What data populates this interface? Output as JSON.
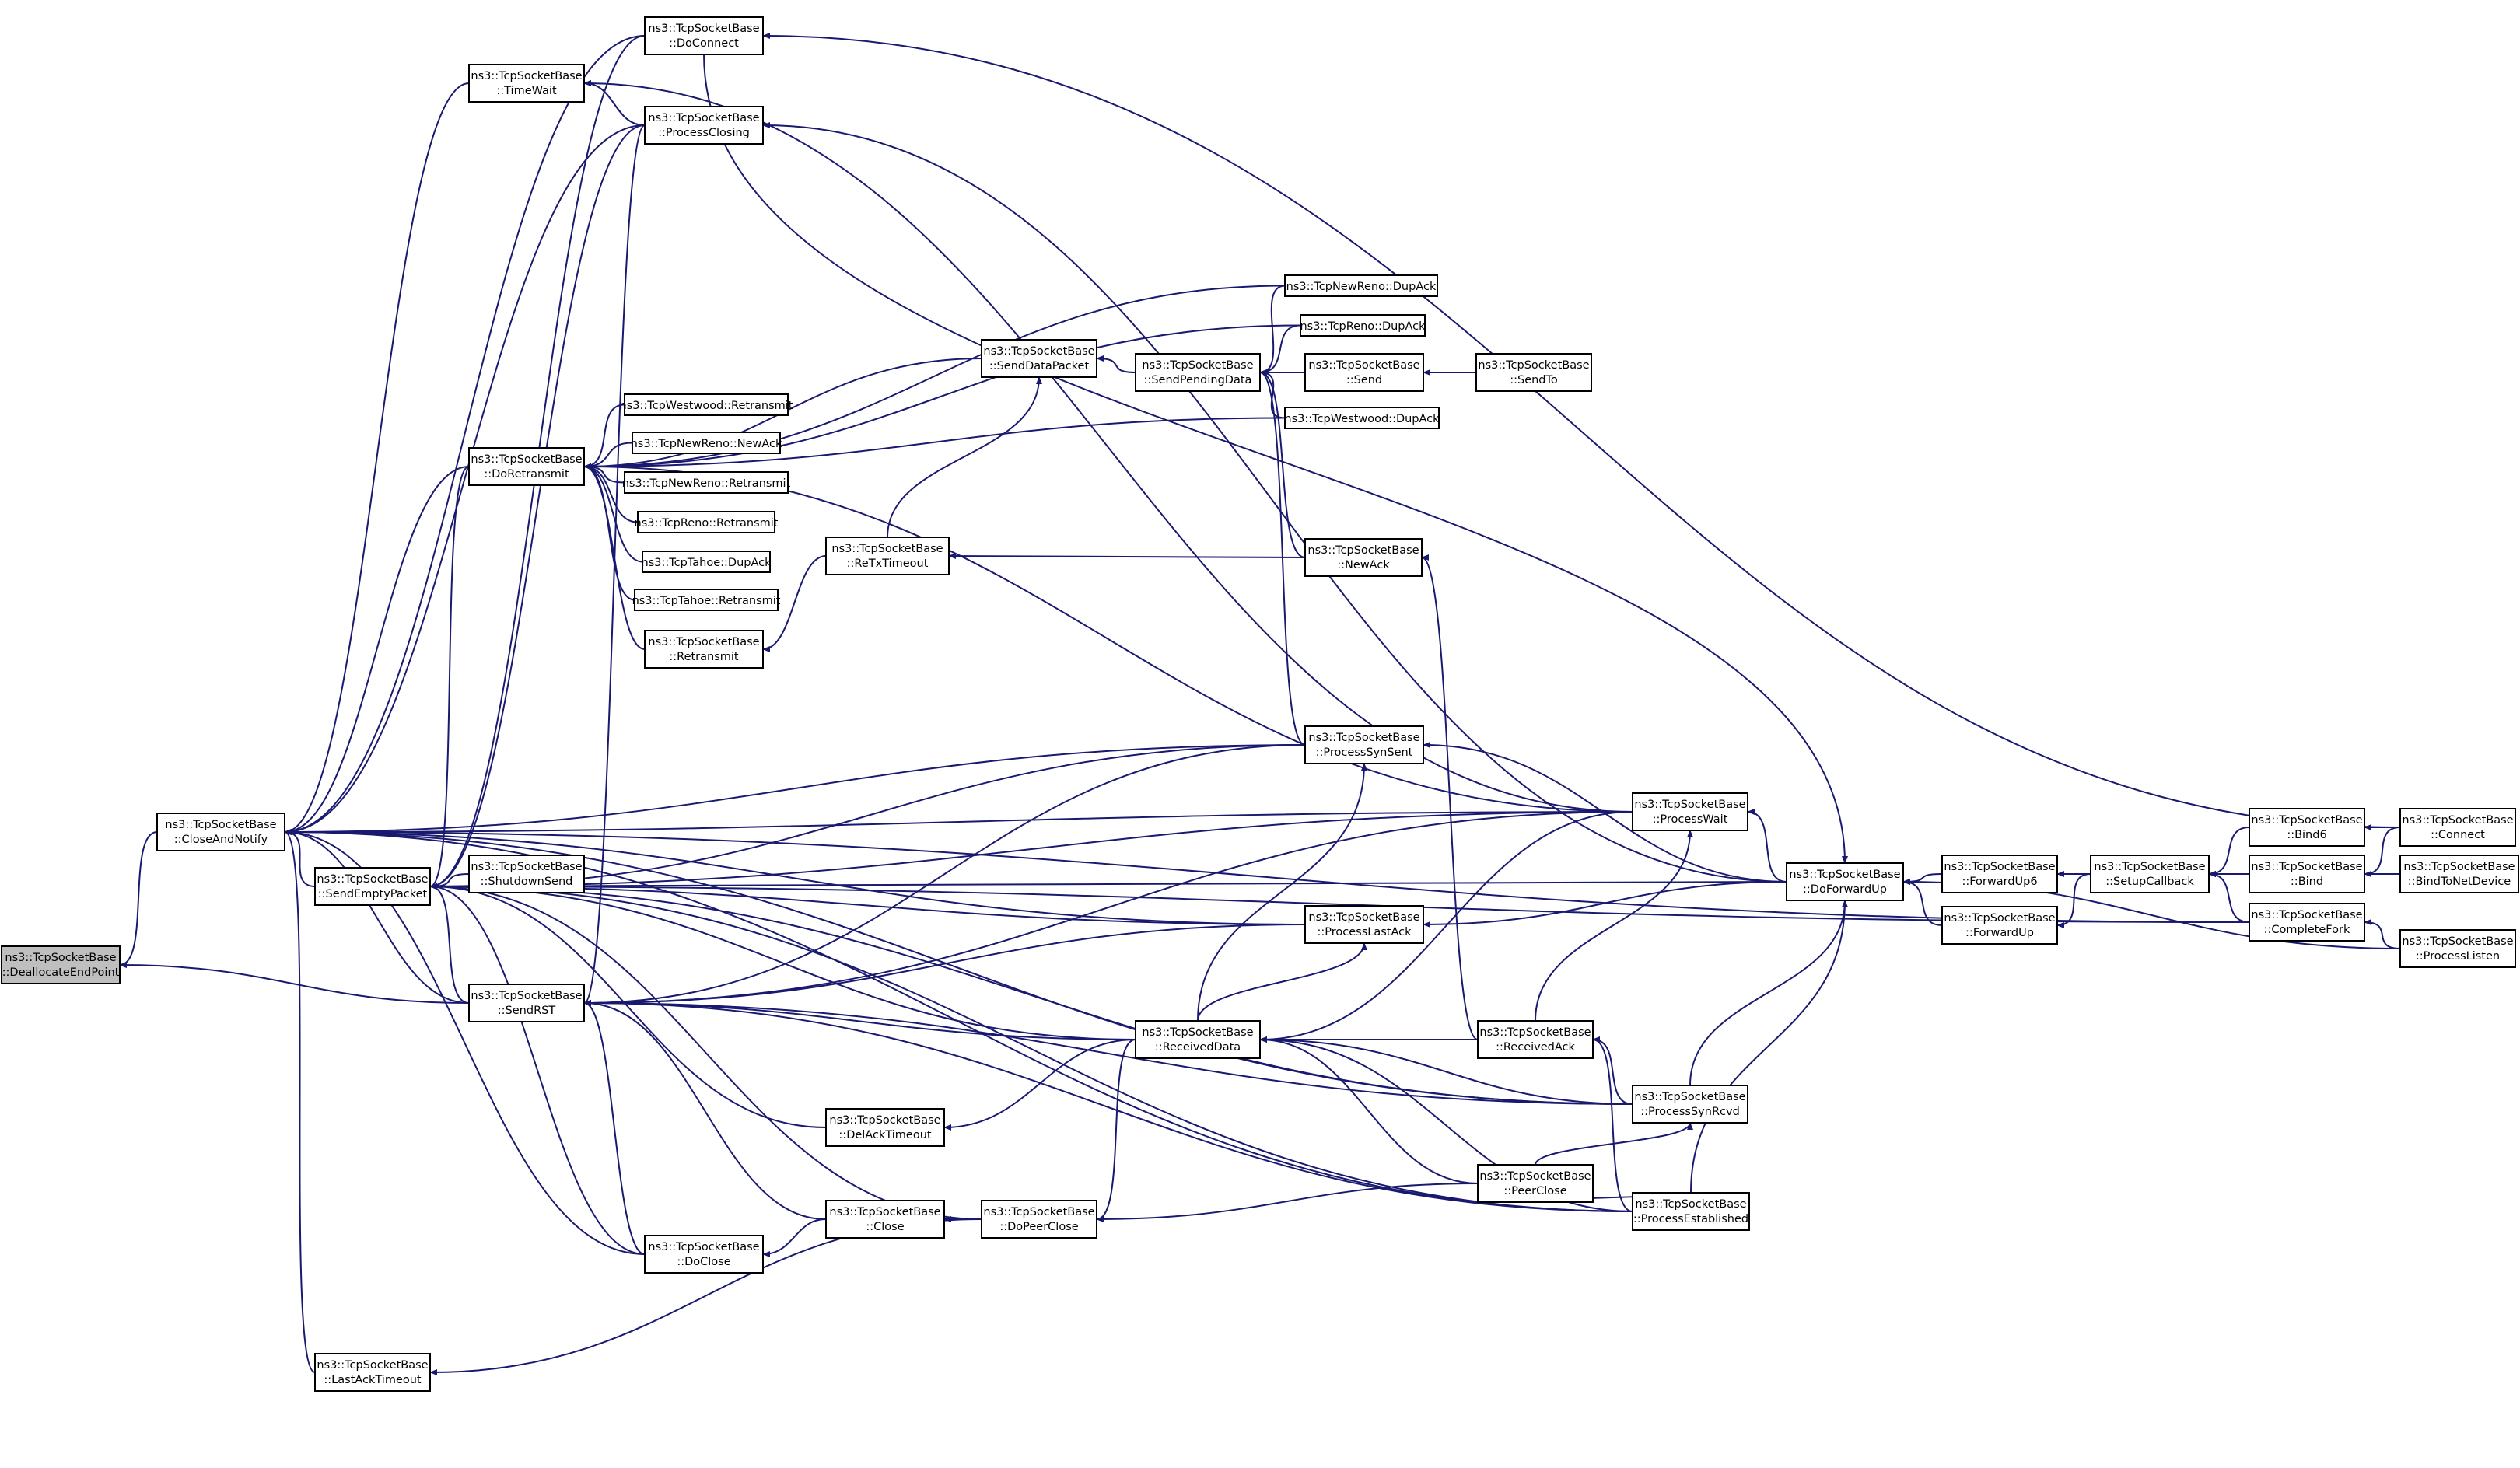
{
  "nodes": [
    {
      "id": "dealloc",
      "lines": [
        "ns3::TcpSocketBase",
        "::DeallocateEndPoint"
      ],
      "root": true
    },
    {
      "id": "closeAndNotify",
      "lines": [
        "ns3::TcpSocketBase",
        "::CloseAndNotify"
      ]
    },
    {
      "id": "sendEmptyPacket",
      "lines": [
        "ns3::TcpSocketBase",
        "::SendEmptyPacket"
      ]
    },
    {
      "id": "sendRST",
      "lines": [
        "ns3::TcpSocketBase",
        "::SendRST"
      ]
    },
    {
      "id": "lastAckTimeout",
      "lines": [
        "ns3::TcpSocketBase",
        "::LastAckTimeout"
      ]
    },
    {
      "id": "doConnect",
      "lines": [
        "ns3::TcpSocketBase",
        "::DoConnect"
      ]
    },
    {
      "id": "timeWait",
      "lines": [
        "ns3::TcpSocketBase",
        "::TimeWait"
      ]
    },
    {
      "id": "processClosing",
      "lines": [
        "ns3::TcpSocketBase",
        "::ProcessClosing"
      ]
    },
    {
      "id": "doRetransmit",
      "lines": [
        "ns3::TcpSocketBase",
        "::DoRetransmit"
      ]
    },
    {
      "id": "shutdownSend",
      "lines": [
        "ns3::TcpSocketBase",
        "::ShutdownSend"
      ]
    },
    {
      "id": "westwoodRetransmit",
      "lines": [
        "ns3::TcpWestwood::Retransmit"
      ]
    },
    {
      "id": "newRenoNewAck",
      "lines": [
        "ns3::TcpNewReno::NewAck"
      ]
    },
    {
      "id": "newRenoRetransmit",
      "lines": [
        "ns3::TcpNewReno::Retransmit"
      ]
    },
    {
      "id": "renoRetransmit",
      "lines": [
        "ns3::TcpReno::Retransmit"
      ]
    },
    {
      "id": "tahoeDupAck",
      "lines": [
        "ns3::TcpTahoe::DupAck"
      ]
    },
    {
      "id": "tahoeRetransmit",
      "lines": [
        "ns3::TcpTahoe::Retransmit"
      ]
    },
    {
      "id": "retransmit",
      "lines": [
        "ns3::TcpSocketBase",
        "::Retransmit"
      ]
    },
    {
      "id": "doClose",
      "lines": [
        "ns3::TcpSocketBase",
        "::DoClose"
      ]
    },
    {
      "id": "sendDataPacket",
      "lines": [
        "ns3::TcpSocketBase",
        "::SendDataPacket"
      ]
    },
    {
      "id": "reTxTimeout",
      "lines": [
        "ns3::TcpSocketBase",
        "::ReTxTimeout"
      ]
    },
    {
      "id": "delAckTimeout",
      "lines": [
        "ns3::TcpSocketBase",
        "::DelAckTimeout"
      ]
    },
    {
      "id": "close",
      "lines": [
        "ns3::TcpSocketBase",
        "::Close"
      ]
    },
    {
      "id": "doPeerClose",
      "lines": [
        "ns3::TcpSocketBase",
        "::DoPeerClose"
      ]
    },
    {
      "id": "sendPendingData",
      "lines": [
        "ns3::TcpSocketBase",
        "::SendPendingData"
      ]
    },
    {
      "id": "receivedData",
      "lines": [
        "ns3::TcpSocketBase",
        "::ReceivedData"
      ]
    },
    {
      "id": "newRenoDupAck",
      "lines": [
        "ns3::TcpNewReno::DupAck"
      ]
    },
    {
      "id": "renoDupAck",
      "lines": [
        "ns3::TcpReno::DupAck"
      ]
    },
    {
      "id": "send",
      "lines": [
        "ns3::TcpSocketBase",
        "::Send"
      ]
    },
    {
      "id": "westwoodDupAck",
      "lines": [
        "ns3::TcpWestwood::DupAck"
      ]
    },
    {
      "id": "newAck",
      "lines": [
        "ns3::TcpSocketBase",
        "::NewAck"
      ]
    },
    {
      "id": "processSynSent",
      "lines": [
        "ns3::TcpSocketBase",
        "::ProcessSynSent"
      ]
    },
    {
      "id": "processLastAck",
      "lines": [
        "ns3::TcpSocketBase",
        "::ProcessLastAck"
      ]
    },
    {
      "id": "sendTo",
      "lines": [
        "ns3::TcpSocketBase",
        "::SendTo"
      ]
    },
    {
      "id": "receivedAck",
      "lines": [
        "ns3::TcpSocketBase",
        "::ReceivedAck"
      ]
    },
    {
      "id": "peerClose",
      "lines": [
        "ns3::TcpSocketBase",
        "::PeerClose"
      ]
    },
    {
      "id": "processWait",
      "lines": [
        "ns3::TcpSocketBase",
        "::ProcessWait"
      ]
    },
    {
      "id": "processSynRcvd",
      "lines": [
        "ns3::TcpSocketBase",
        "::ProcessSynRcvd"
      ]
    },
    {
      "id": "processEstablished",
      "lines": [
        "ns3::TcpSocketBase",
        "::ProcessEstablished"
      ]
    },
    {
      "id": "doForwardUp",
      "lines": [
        "ns3::TcpSocketBase",
        "::DoForwardUp"
      ]
    },
    {
      "id": "forwardUp6",
      "lines": [
        "ns3::TcpSocketBase",
        "::ForwardUp6"
      ]
    },
    {
      "id": "forwardUp",
      "lines": [
        "ns3::TcpSocketBase",
        "::ForwardUp"
      ]
    },
    {
      "id": "setupCallback",
      "lines": [
        "ns3::TcpSocketBase",
        "::SetupCallback"
      ]
    },
    {
      "id": "bind6",
      "lines": [
        "ns3::TcpSocketBase",
        "::Bind6"
      ]
    },
    {
      "id": "bind",
      "lines": [
        "ns3::TcpSocketBase",
        "::Bind"
      ]
    },
    {
      "id": "completeFork",
      "lines": [
        "ns3::TcpSocketBase",
        "::CompleteFork"
      ]
    },
    {
      "id": "connect",
      "lines": [
        "ns3::TcpSocketBase",
        "::Connect"
      ]
    },
    {
      "id": "bindToNetDevice",
      "lines": [
        "ns3::TcpSocketBase",
        "::BindToNetDevice"
      ]
    },
    {
      "id": "processListen",
      "lines": [
        "ns3::TcpSocketBase",
        "::ProcessListen"
      ]
    }
  ],
  "edges": [
    [
      "closeAndNotify",
      "dealloc"
    ],
    [
      "sendRST",
      "dealloc"
    ],
    [
      "sendEmptyPacket",
      "closeAndNotify"
    ],
    [
      "sendRST",
      "closeAndNotify"
    ],
    [
      "lastAckTimeout",
      "closeAndNotify"
    ],
    [
      "doConnect",
      "closeAndNotify"
    ],
    [
      "timeWait",
      "closeAndNotify"
    ],
    [
      "processClosing",
      "closeAndNotify"
    ],
    [
      "doRetransmit",
      "closeAndNotify"
    ],
    [
      "doClose",
      "closeAndNotify"
    ],
    [
      "processSynSent",
      "closeAndNotify"
    ],
    [
      "processLastAck",
      "closeAndNotify"
    ],
    [
      "processWait",
      "closeAndNotify"
    ],
    [
      "processEstablished",
      "closeAndNotify"
    ],
    [
      "processSynRcvd",
      "closeAndNotify"
    ],
    [
      "sendRST",
      "sendEmptyPacket"
    ],
    [
      "doConnect",
      "sendEmptyPacket"
    ],
    [
      "processClosing",
      "sendEmptyPacket"
    ],
    [
      "doRetransmit",
      "sendEmptyPacket"
    ],
    [
      "shutdownSend",
      "sendEmptyPacket"
    ],
    [
      "doClose",
      "sendEmptyPacket"
    ],
    [
      "delAckTimeout",
      "sendEmptyPacket"
    ],
    [
      "doPeerClose",
      "sendEmptyPacket"
    ],
    [
      "receivedData",
      "sendEmptyPacket"
    ],
    [
      "processSynSent",
      "sendEmptyPacket"
    ],
    [
      "processLastAck",
      "sendEmptyPacket"
    ],
    [
      "processWait",
      "sendEmptyPacket"
    ],
    [
      "processSynRcvd",
      "sendEmptyPacket"
    ],
    [
      "doForwardUp",
      "sendEmptyPacket"
    ],
    [
      "processEstablished",
      "sendEmptyPacket"
    ],
    [
      "processClosing",
      "sendRST"
    ],
    [
      "close",
      "sendRST"
    ],
    [
      "doClose",
      "sendRST"
    ],
    [
      "receivedData",
      "sendRST"
    ],
    [
      "processSynSent",
      "sendRST"
    ],
    [
      "processLastAck",
      "sendRST"
    ],
    [
      "processWait",
      "sendRST"
    ],
    [
      "processSynRcvd",
      "sendRST"
    ],
    [
      "processEstablished",
      "sendRST"
    ],
    [
      "doPeerClose",
      "lastAckTimeout"
    ],
    [
      "doConnect",
      "doForwardUp"
    ],
    [
      "connect",
      "doConnect"
    ],
    [
      "processClosing",
      "timeWait"
    ],
    [
      "processWait",
      "timeWait"
    ],
    [
      "doForwardUp",
      "processClosing"
    ],
    [
      "westwoodRetransmit",
      "doRetransmit"
    ],
    [
      "newRenoNewAck",
      "doRetransmit"
    ],
    [
      "newRenoRetransmit",
      "doRetransmit"
    ],
    [
      "renoRetransmit",
      "doRetransmit"
    ],
    [
      "tahoeDupAck",
      "doRetransmit"
    ],
    [
      "tahoeRetransmit",
      "doRetransmit"
    ],
    [
      "retransmit",
      "doRetransmit"
    ],
    [
      "newRenoDupAck",
      "doRetransmit"
    ],
    [
      "renoDupAck",
      "doRetransmit"
    ],
    [
      "westwoodDupAck",
      "doRetransmit"
    ],
    [
      "sendDataPacket",
      "doRetransmit"
    ],
    [
      "processWait",
      "doRetransmit"
    ],
    [
      "reTxTimeout",
      "retransmit"
    ],
    [
      "close",
      "doClose"
    ],
    [
      "doPeerClose",
      "close"
    ],
    [
      "sendPendingData",
      "sendDataPacket"
    ],
    [
      "reTxTimeout",
      "sendDataPacket"
    ],
    [
      "newAck",
      "reTxTimeout"
    ],
    [
      "receivedData",
      "delAckTimeout"
    ],
    [
      "peerClose",
      "doPeerClose"
    ],
    [
      "receivedData",
      "doPeerClose"
    ],
    [
      "newRenoDupAck",
      "sendPendingData"
    ],
    [
      "renoDupAck",
      "sendPendingData"
    ],
    [
      "send",
      "sendPendingData"
    ],
    [
      "westwoodDupAck",
      "sendPendingData"
    ],
    [
      "newAck",
      "sendPendingData"
    ],
    [
      "processSynSent",
      "sendPendingData"
    ],
    [
      "sendTo",
      "send"
    ],
    [
      "receivedAck",
      "receivedData"
    ],
    [
      "processWait",
      "receivedData"
    ],
    [
      "processSynRcvd",
      "receivedData"
    ],
    [
      "processEstablished",
      "receivedData"
    ],
    [
      "peerClose",
      "receivedData"
    ],
    [
      "receivedData",
      "processSynSent"
    ],
    [
      "receivedData",
      "processLastAck"
    ],
    [
      "receivedAck",
      "newAck"
    ],
    [
      "doForwardUp",
      "processSynSent"
    ],
    [
      "doForwardUp",
      "processLastAck"
    ],
    [
      "doForwardUp",
      "processWait"
    ],
    [
      "receivedAck",
      "processWait"
    ],
    [
      "processSynRcvd",
      "receivedAck"
    ],
    [
      "processEstablished",
      "receivedAck"
    ],
    [
      "peerClose",
      "processSynRcvd"
    ],
    [
      "peerClose",
      "processEstablished"
    ],
    [
      "processSynRcvd",
      "doForwardUp"
    ],
    [
      "processEstablished",
      "doForwardUp"
    ],
    [
      "forwardUp6",
      "doForwardUp"
    ],
    [
      "forwardUp",
      "doForwardUp"
    ],
    [
      "processListen",
      "doForwardUp"
    ],
    [
      "setupCallback",
      "forwardUp6"
    ],
    [
      "setupCallback",
      "forwardUp"
    ],
    [
      "bind6",
      "setupCallback"
    ],
    [
      "bind",
      "setupCallback"
    ],
    [
      "completeFork",
      "setupCallback"
    ],
    [
      "connect",
      "bind6"
    ],
    [
      "connect",
      "bind"
    ],
    [
      "bindToNetDevice",
      "bind"
    ],
    [
      "processListen",
      "completeFork"
    ],
    [
      "completeFork",
      "sendEmptyPacket"
    ],
    [
      "completeFork",
      "closeAndNotify"
    ]
  ]
}
